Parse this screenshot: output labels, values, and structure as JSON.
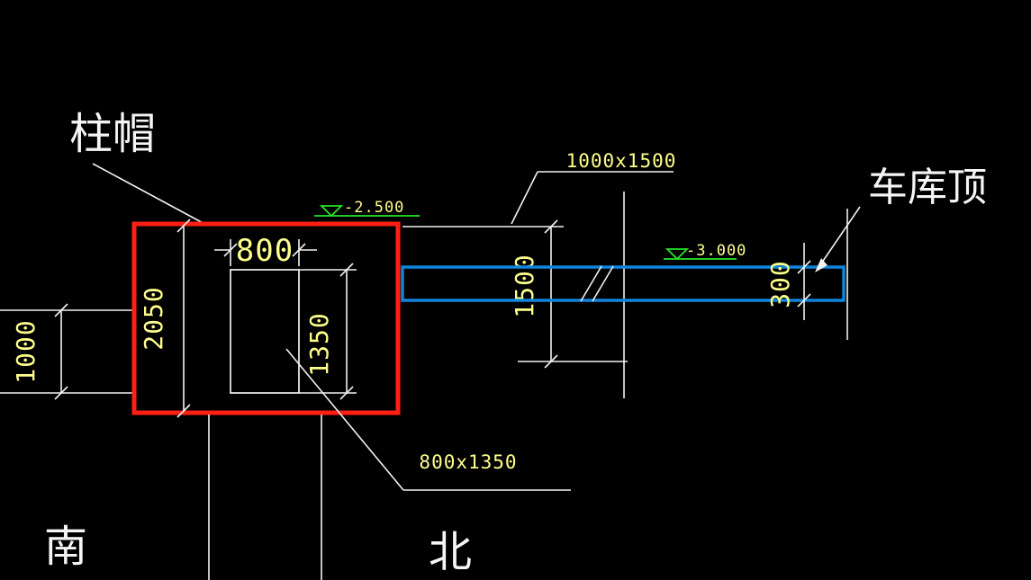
{
  "colors": {
    "background": "#000000",
    "line": "#f2f2f2",
    "dim_text": "#ffff8c",
    "label_text": "#f5f5f5",
    "highlight_red": "#ff1f14",
    "highlight_blue": "#0f86dc",
    "elevation_green": "#27e427"
  },
  "labels": {
    "column_cap": "柱帽",
    "garage_roof": "车库顶",
    "south": "南",
    "north": "北"
  },
  "dims": {
    "d800": "800",
    "d2050": "2050",
    "d1350": "1350",
    "d1000": "1000",
    "d1500": "1500",
    "d300": "300",
    "panel": "1000x1500",
    "cap_note": "800x1350"
  },
  "elevations": {
    "upper": "-2.500",
    "lower": "-3.000"
  }
}
